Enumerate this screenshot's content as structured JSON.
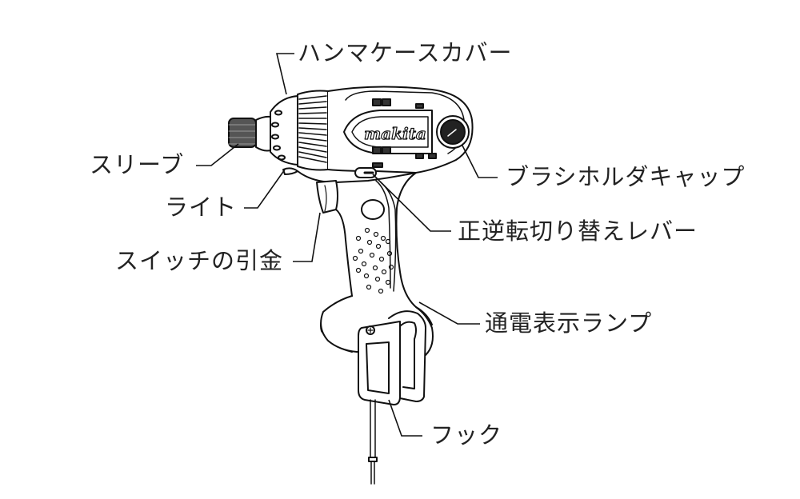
{
  "diagram": {
    "subject": "impact driver",
    "brand_logo": "makita",
    "labels": [
      {
        "id": "hammer-case-cover",
        "text": "ハンマケースカバー"
      },
      {
        "id": "sleeve",
        "text": "スリーブ"
      },
      {
        "id": "light",
        "text": "ライト"
      },
      {
        "id": "trigger-switch",
        "text": "スイッチの引金"
      },
      {
        "id": "brush-holder-cap",
        "text": "ブラシホルダキャップ"
      },
      {
        "id": "reverse-switch-lever",
        "text": "正逆転切り替えレバー"
      },
      {
        "id": "power-indicator-lamp",
        "text": "通電表示ランプ"
      },
      {
        "id": "hook",
        "text": "フック"
      }
    ]
  }
}
